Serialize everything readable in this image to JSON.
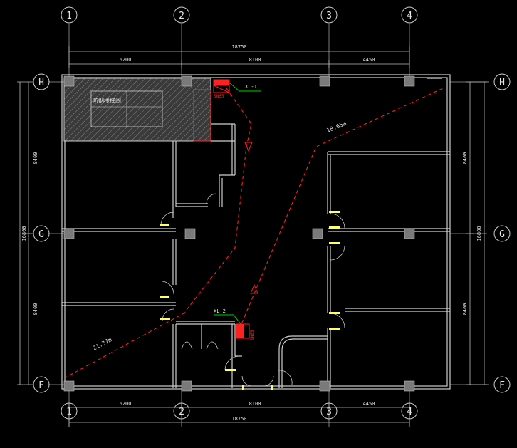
{
  "grid": {
    "columns": [
      "1",
      "2",
      "3",
      "4"
    ],
    "rows": [
      "H",
      "G",
      "F"
    ]
  },
  "dimensions": {
    "top": {
      "spans": [
        "6200",
        "8100",
        "4450"
      ],
      "total": "18750"
    },
    "bottom": {
      "spans": [
        "6200",
        "8100",
        "4450"
      ],
      "total": "18750"
    },
    "left": {
      "spans": [
        "8400",
        "8400"
      ],
      "total": "16800"
    },
    "right": {
      "spans": [
        "8400",
        "8400"
      ],
      "total": "16800"
    }
  },
  "labels": {
    "stair_room": "防烟楼梯间",
    "hydrant_1": "XL-1",
    "hydrant_2": "XL-2",
    "hydrant_tag_1": "SN65",
    "hydrant_tag_2": "SN65",
    "hose_distance_1": "18.65m",
    "hose_distance_2": "21.37m"
  },
  "colors": {
    "background": "#000000",
    "wall": "#cfcfcf",
    "column": "#7a7a7a",
    "route": "#ff2020",
    "leader": "#00d000",
    "door": "#ffff66",
    "text": "#e6e6e6"
  }
}
